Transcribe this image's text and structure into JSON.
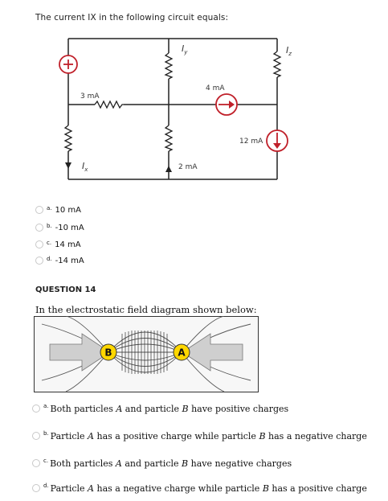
{
  "q13": {
    "prompt": "The current IX in the following circuit equals:",
    "circuit": {
      "source_label": "3 mA",
      "left_label": "4 mA",
      "mid_label": "12 mA",
      "bottom_label": "2 mA",
      "iy_label": "I",
      "iy_sub": "y",
      "iz_label": "I",
      "iz_sub": "z",
      "ix_label": "I",
      "ix_sub": "x"
    },
    "options": [
      {
        "letter": "a.",
        "text": "10 mA"
      },
      {
        "letter": "b.",
        "text": "-10 mA"
      },
      {
        "letter": "c.",
        "text": "14 mA"
      },
      {
        "letter": "d.",
        "text": "-14 mA"
      }
    ]
  },
  "q14": {
    "header": "QUESTION 14",
    "prompt": "In the electrostatic field diagram shown below:",
    "diagram": {
      "label_b": "B",
      "label_a": "A"
    },
    "options": [
      {
        "letter": "a.",
        "p1": "Both particles ",
        "v1": "A",
        "p2": " and particle ",
        "v2": "B",
        "p3": " have positive charges"
      },
      {
        "letter": "b.",
        "p1": "Particle ",
        "v1": "A",
        "p2": " has a positive charge while particle ",
        "v2": "B",
        "p3": " has a negative charge"
      },
      {
        "letter": "c.",
        "p1": "Both particles ",
        "v1": "A",
        "p2": " and particle ",
        "v2": "B",
        "p3": " have negative charges"
      },
      {
        "letter": "d.",
        "p1": "Particle ",
        "v1": "A",
        "p2": " has a negative charge while particle ",
        "v2": "B",
        "p3": " has a positive charge"
      }
    ]
  }
}
